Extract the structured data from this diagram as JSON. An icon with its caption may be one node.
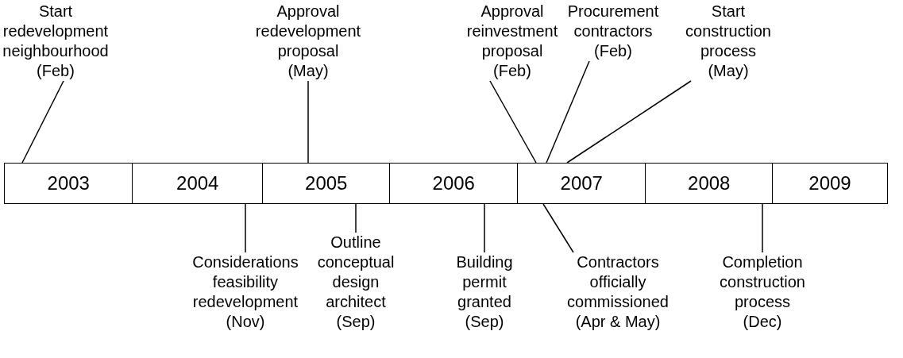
{
  "diagram": {
    "nodes": [
      {
        "text": [
          "Start redevelopment neighbourhood (Feb)"
        ]
      },
      {
        "text": [
          "Approval redevelopment proposal (May)"
        ]
      },
      {
        "text": [
          "Approval reinvestment proposal (Feb)"
        ]
      },
      {
        "text": [
          "Procurement contractors (Feb)"
        ]
      },
      {
        "text": [
          "Start construction process (May)"
        ]
      },
      {
        "text": [
          "2003"
        ]
      },
      {
        "text": [
          "2004"
        ]
      },
      {
        "text": [
          "2005"
        ]
      },
      {
        "text": [
          "2006"
        ]
      },
      {
        "text": [
          "2007"
        ]
      },
      {
        "text": [
          "2008"
        ]
      },
      {
        "text": [
          "2009"
        ]
      },
      {
        "text": [
          "Considerations feasibility redevelopment (Nov)"
        ]
      },
      {
        "text": [
          "Outline conceptual design architect (Sep)"
        ]
      },
      {
        "text": [
          "Building permit granted (Sep)"
        ]
      },
      {
        "text": [
          "Contractors officially commissioned (Apr & May)"
        ]
      },
      {
        "text": [
          "Completion construction process (Dec)"
        ]
      }
    ],
    "edges": [
      {
        "from": 0,
        "to": 5,
        "arrow": "none"
      },
      {
        "from": 1,
        "to": 7,
        "arrow": "none"
      },
      {
        "from": 2,
        "to": 9,
        "arrow": "none"
      },
      {
        "from": 3,
        "to": 9,
        "arrow": "none"
      },
      {
        "from": 4,
        "to": 9,
        "arrow": "none"
      },
      {
        "from": 12,
        "to": 6,
        "arrow": "none"
      },
      {
        "from": 13,
        "to": 7,
        "arrow": "none"
      },
      {
        "from": 14,
        "to": 8,
        "arrow": "none"
      },
      {
        "from": 15,
        "to": 9,
        "arrow": "none"
      },
      {
        "from": 16,
        "to": 10,
        "arrow": "none"
      }
    ]
  }
}
